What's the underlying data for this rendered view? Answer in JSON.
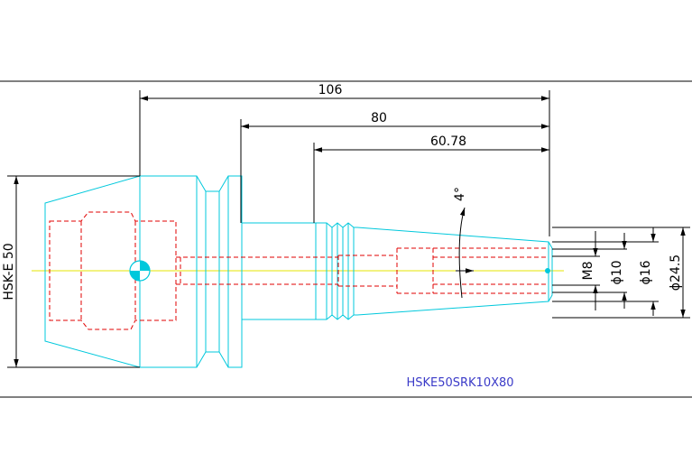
{
  "colors": {
    "outline": "#00c8dc",
    "hidden": "#e00000",
    "centerline": "#e6e600",
    "dimension": "#000000",
    "part_label": "#3b3bc8"
  },
  "dimensions": {
    "overall_length": "106",
    "shank_length": "80",
    "taper_length": "60.78",
    "taper_angle": "4°",
    "thread": "M8",
    "bore_diameter": "ϕ10",
    "tip_diameter": "ϕ16",
    "shank_diameter": "ϕ24.5",
    "interface": "HSK-E 50"
  },
  "part_number": "HSKE50SRK10X80"
}
